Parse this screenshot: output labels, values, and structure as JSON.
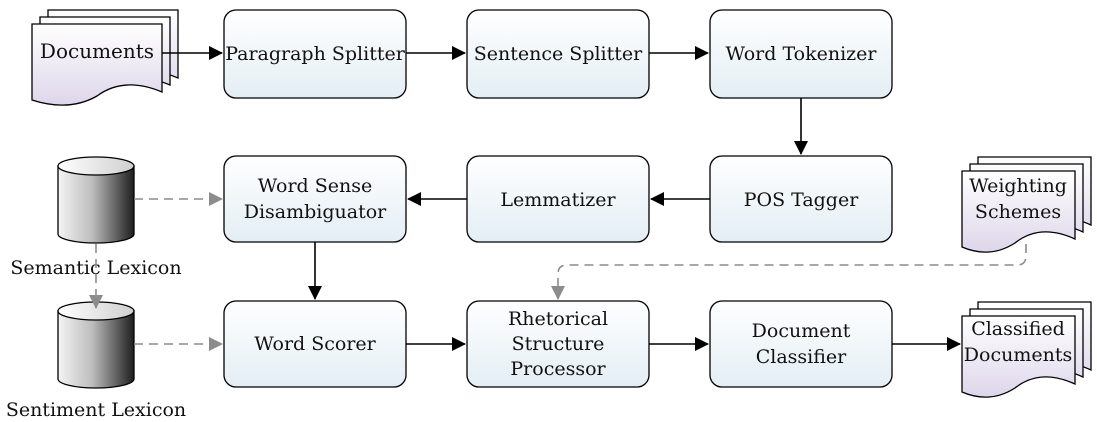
{
  "nodes": {
    "documents": "Documents",
    "paragraph_splitter": "Paragraph Splitter",
    "sentence_splitter": "Sentence Splitter",
    "word_tokenizer": "Word Tokenizer",
    "pos_tagger": "POS Tagger",
    "lemmatizer": "Lemmatizer",
    "wsd": [
      "Word Sense",
      "Disambiguator"
    ],
    "word_scorer": "Word Scorer",
    "rsp": [
      "Rhetorical",
      "Structure",
      "Processor"
    ],
    "doc_classifier": [
      "Document",
      "Classifier"
    ],
    "weighting": [
      "Weighting",
      "Schemes"
    ],
    "classified": [
      "Classified",
      "Documents"
    ],
    "semantic_lexicon": "Semantic Lexicon",
    "sentiment_lexicon": "Sentiment Lexicon"
  },
  "colors": {
    "box_fill_top": "#ffffff",
    "box_fill_bottom": "#e3eef4",
    "doc_fill_top": "#ffffff",
    "doc_fill_bottom": "#e2dcec",
    "dashed_arrow": "#8c8c8c",
    "solid_arrow": "#000000"
  }
}
